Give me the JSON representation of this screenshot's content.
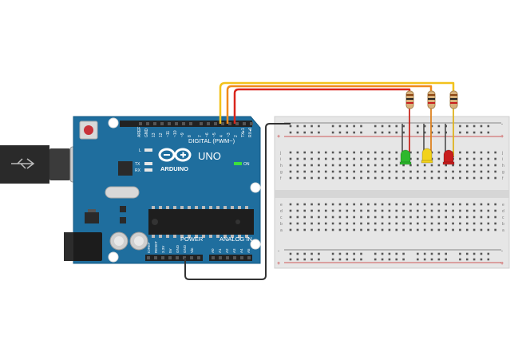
{
  "arduino": {
    "brand": "ARDUINO",
    "model": "UNO",
    "digital_header_label": "DIGITAL (PWM~)",
    "power_header_label": "POWER",
    "analog_header_label": "ANALOG IN",
    "on_label": "ON",
    "tx_label": "TX",
    "rx_label": "RX",
    "l_label": "L",
    "digital_pins": [
      "AREF",
      "GND",
      "13",
      "12",
      "~11",
      "~10",
      "~9",
      "8",
      "7",
      "~6",
      "~5",
      "4",
      "~3",
      "2",
      "TX▸1",
      "RX◂0"
    ],
    "power_pins": [
      "IOREF",
      "RESET",
      "3.3V",
      "5V",
      "GND",
      "GND",
      "Vin"
    ],
    "analog_pins": [
      "A0",
      "A1",
      "A2",
      "A3",
      "A4",
      "A5"
    ]
  },
  "breadboard": {
    "row_letters_top": [
      "j",
      "i",
      "h",
      "g",
      "f"
    ],
    "row_letters_bottom": [
      "e",
      "d",
      "c",
      "b",
      "a"
    ],
    "plus_label": "+",
    "minus_label": "-"
  },
  "leds": [
    {
      "name": "green-led",
      "color": "#2db82d"
    },
    {
      "name": "yellow-led",
      "color": "#f2d21b"
    },
    {
      "name": "red-led",
      "color": "#c81e1e"
    }
  ],
  "colors": {
    "board": "#1f6e9e",
    "wire_yellow": "#f2c21b",
    "wire_orange": "#f08a1c",
    "wire_red": "#d9261c",
    "wire_ground": "#333333",
    "breadboard": "#e6e6e6"
  }
}
